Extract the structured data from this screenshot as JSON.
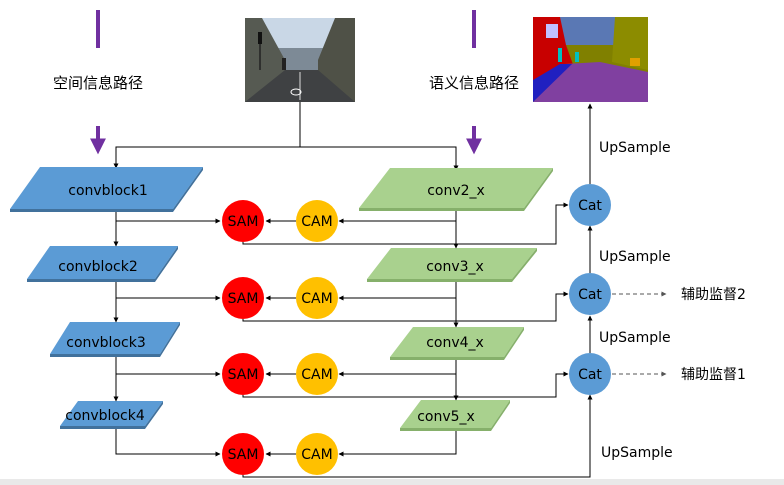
{
  "paths": {
    "spatial_label": "空间信息路径",
    "semantic_label": "语义信息路径"
  },
  "spatial_blocks": [
    "convblock1",
    "convblock2",
    "convblock3",
    "convblock4"
  ],
  "semantic_blocks": [
    "conv2_x",
    "conv3_x",
    "conv4_x",
    "conv5_x"
  ],
  "attention": {
    "sam_label": "SAM",
    "cam_label": "CAM"
  },
  "fusion": {
    "cat_label": "Cat"
  },
  "upsample_labels": [
    "UpSample",
    "UpSample",
    "UpSample",
    "UpSample"
  ],
  "aux_labels": [
    "辅助监督2",
    "辅助监督1"
  ],
  "images": {
    "input": "street-scene-photo",
    "output": "segmentation-map"
  },
  "colors": {
    "spatial_block": "#5b9bd5",
    "semantic_block": "#a9d18e",
    "sam": "#ff0000",
    "cam": "#ffc000",
    "cat": "#5b9bd5",
    "path_arrow": "#7030a0"
  }
}
